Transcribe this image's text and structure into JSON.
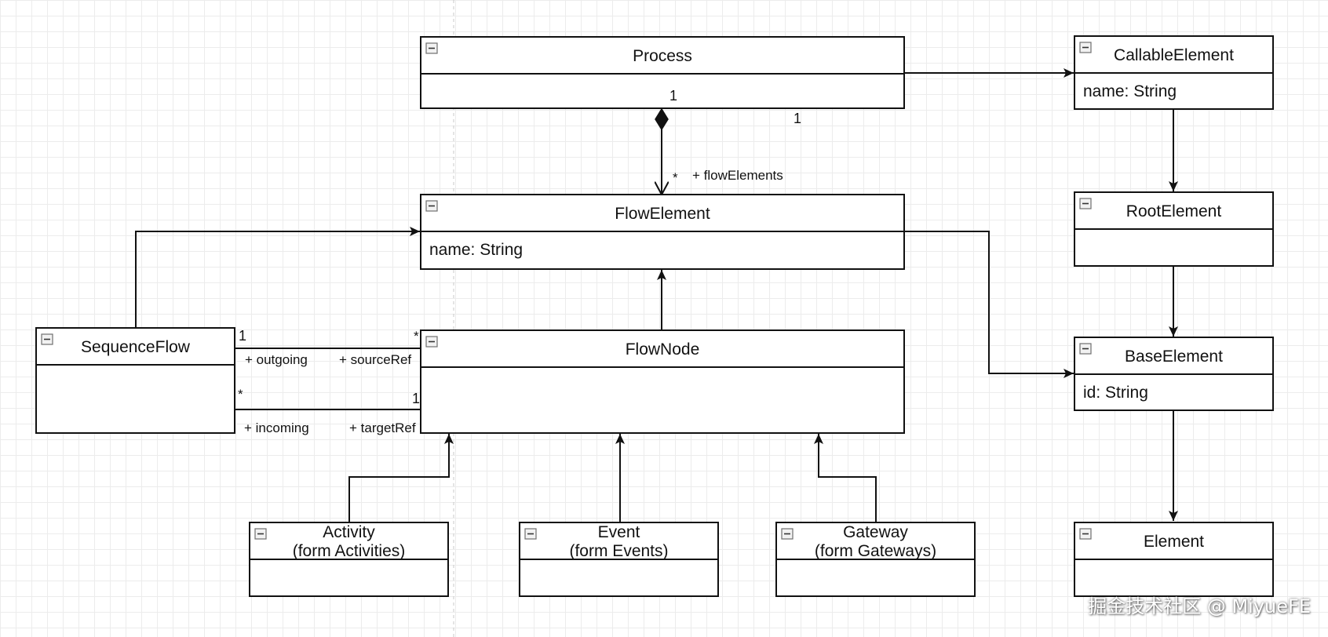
{
  "classes": [
    {
      "id": "process",
      "lines": [
        "Process"
      ],
      "attribute": ""
    },
    {
      "id": "callable-element",
      "lines": [
        "CallableElement"
      ],
      "attribute": "name: String"
    },
    {
      "id": "flow-element",
      "lines": [
        "FlowElement"
      ],
      "attribute": "name: String"
    },
    {
      "id": "root-element",
      "lines": [
        "RootElement"
      ],
      "attribute": ""
    },
    {
      "id": "sequence-flow",
      "lines": [
        "SequenceFlow"
      ],
      "attribute": ""
    },
    {
      "id": "flow-node",
      "lines": [
        "FlowNode"
      ],
      "attribute": ""
    },
    {
      "id": "base-element",
      "lines": [
        "BaseElement"
      ],
      "attribute": "id: String"
    },
    {
      "id": "activity",
      "lines": [
        "Activity",
        "(form Activities)"
      ],
      "attribute": ""
    },
    {
      "id": "event",
      "lines": [
        "Event",
        "(form Events)"
      ],
      "attribute": ""
    },
    {
      "id": "gateway",
      "lines": [
        "Gateway",
        "(form Gateways)"
      ],
      "attribute": ""
    },
    {
      "id": "element",
      "lines": [
        "Element"
      ],
      "attribute": ""
    }
  ],
  "labels": {
    "process_mult_1": "1",
    "process_mult_2": "1",
    "flow_elements_mult": "*",
    "flow_elements_role": "+ flowElements",
    "outgoing_mult_source": "1",
    "outgoing_role": "+ outgoing",
    "outgoing_mult_target": "*",
    "source_ref_role": "+ sourceRef",
    "incoming_mult_source": "*",
    "incoming_role": "+ incoming",
    "incoming_mult_target": "1",
    "target_ref_role": "+ targetRef"
  },
  "watermark": "掘金技术社区 @ MiyueFE",
  "colors": {
    "stroke": "#111111",
    "grid": "#ececec",
    "background": "#ffffff"
  }
}
